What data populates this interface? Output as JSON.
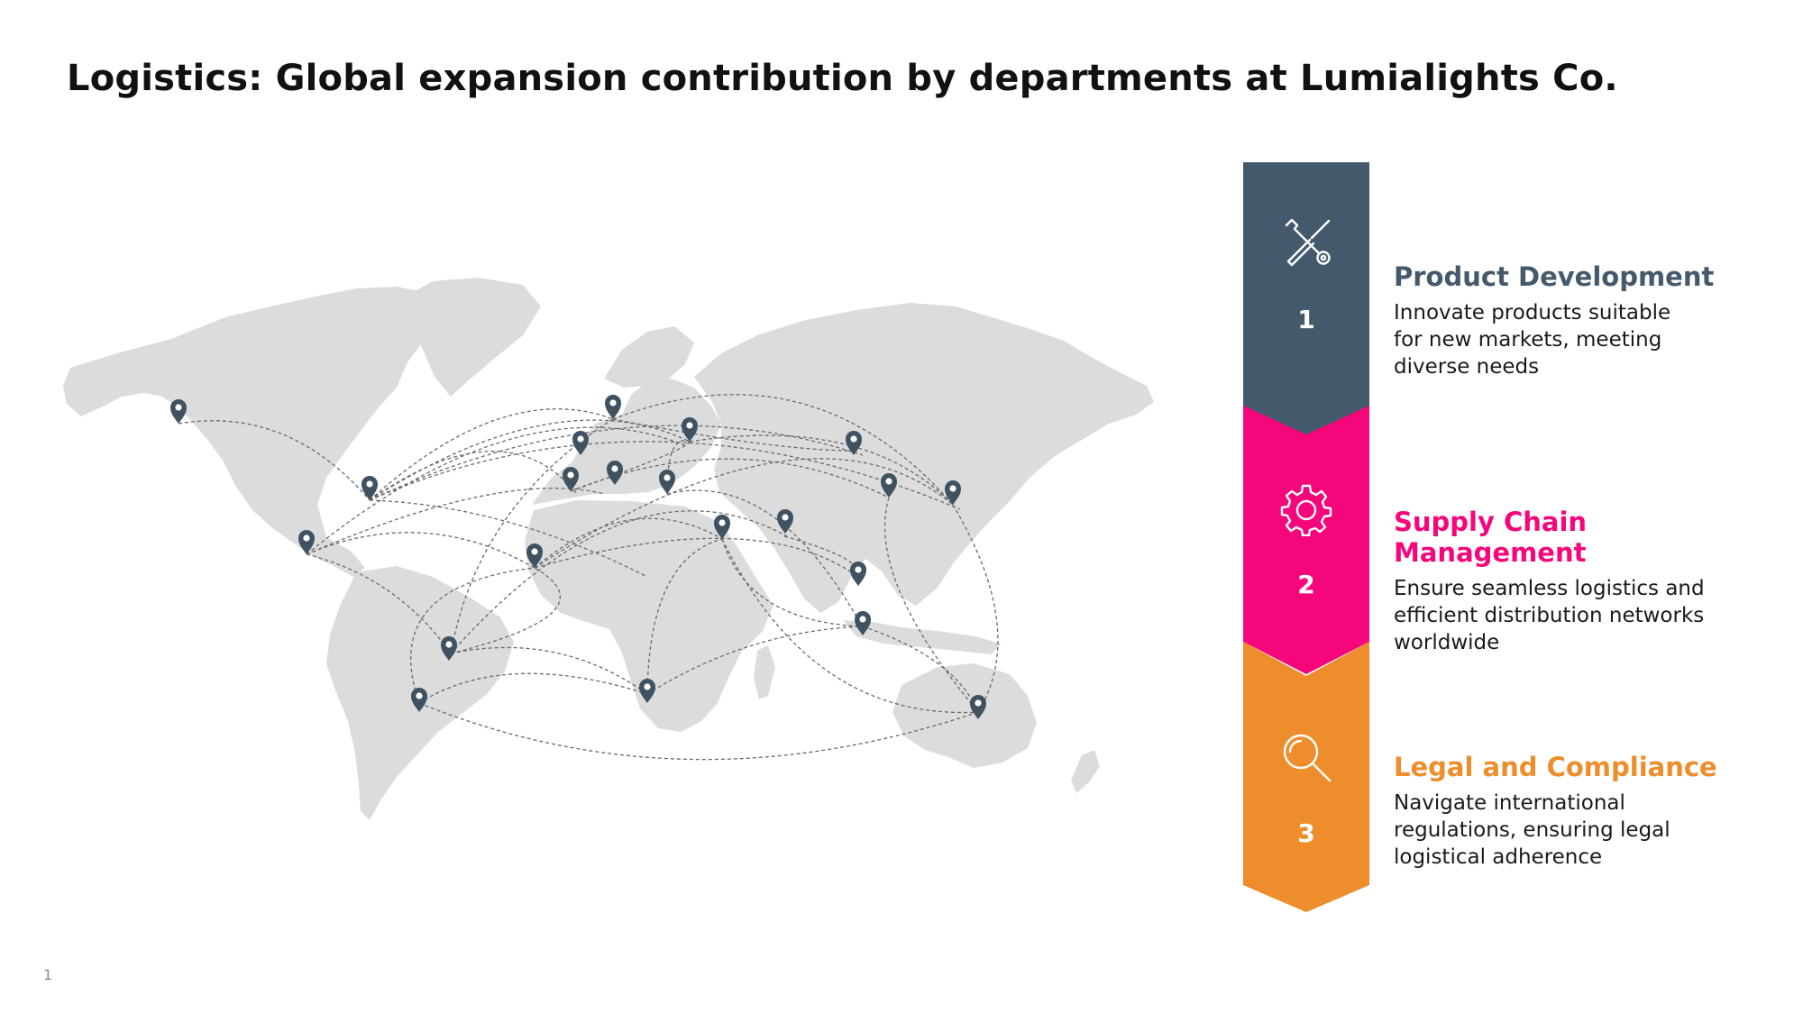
{
  "title": "Logistics: Global expansion contribution by departments at Lumialights Co.",
  "page_number": "1",
  "map": {
    "land_color": "#dcdcdc",
    "pin_color": "#3f5262",
    "route_color": "#6a6a6a"
  },
  "steps": [
    {
      "number": "1",
      "title": "Product Development",
      "description": "Innovate products suitable for new markets, meeting diverse needs",
      "color": "#44596b",
      "icon": "tools-icon"
    },
    {
      "number": "2",
      "title": "Supply Chain Management",
      "description": "Ensure seamless logistics and efficient distribution networks worldwide",
      "color": "#f5077b",
      "icon": "gear-icon"
    },
    {
      "number": "3",
      "title": "Legal and Compliance",
      "description": "Navigate international regulations, ensuring legal logistical adherence",
      "color": "#ee8d2b",
      "icon": "magnifier-icon"
    }
  ]
}
